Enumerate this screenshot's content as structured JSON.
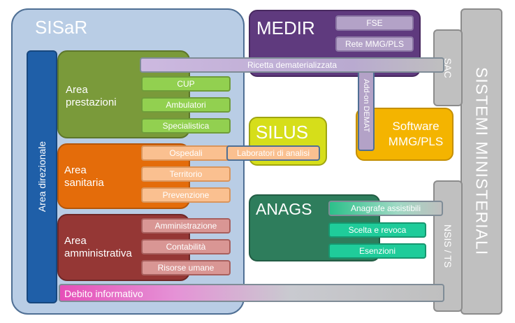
{
  "sisar": {
    "title": "SISaR",
    "area_direzionale": "Area direzionale",
    "area_prestazioni": {
      "title": "Area\nprestazioni",
      "items": [
        "CUP",
        "Ambulatori",
        "Specialistica"
      ]
    },
    "area_sanitaria": {
      "title": "Area\nsanitaria",
      "items": [
        "Ospedali",
        "Territorio",
        "Prevenzione"
      ]
    },
    "laboratori": "Laboratori di analisi",
    "area_amministrativa": {
      "title": "Area\namministrativa",
      "items": [
        "Amministrazione",
        "Contabilità",
        "Risorse umane"
      ]
    },
    "debito": "Debito informativo"
  },
  "medir": {
    "title": "MEDIR",
    "items": [
      "FSE",
      "Rete MMG/PLS"
    ]
  },
  "ricetta": "Ricetta dematerializzata",
  "addon": "Add-on DEMAT",
  "silus": {
    "title": "SILUS"
  },
  "software": {
    "title": "Software\nMMG/PLS"
  },
  "anags": {
    "title": "ANAGS",
    "items": [
      "Anagrafe assistibili",
      "Scelta e revoca",
      "Esenzioni"
    ]
  },
  "sac": "SAC",
  "nsis": "NSIS / TS",
  "sistemi": "SISTEMI MINISTERIALI",
  "colors": {
    "sisar_bg": "#b9cde5",
    "area_direzionale": "#1f5fa8",
    "prestazioni": "#7a9a3a",
    "prestazioni_item": "#92d050",
    "sanitaria": "#e46c0a",
    "sanitaria_item": "#fac090",
    "amministrativa": "#953735",
    "amministrativa_item": "#d99694",
    "medir": "#5f3a7e",
    "medir_item": "#b3a2c7",
    "silus": "#d6de1a",
    "software": "#f4b400",
    "anags": "#2e7d5c",
    "anags_item": "#1fcc9a",
    "gray": "#bfbfbf"
  }
}
